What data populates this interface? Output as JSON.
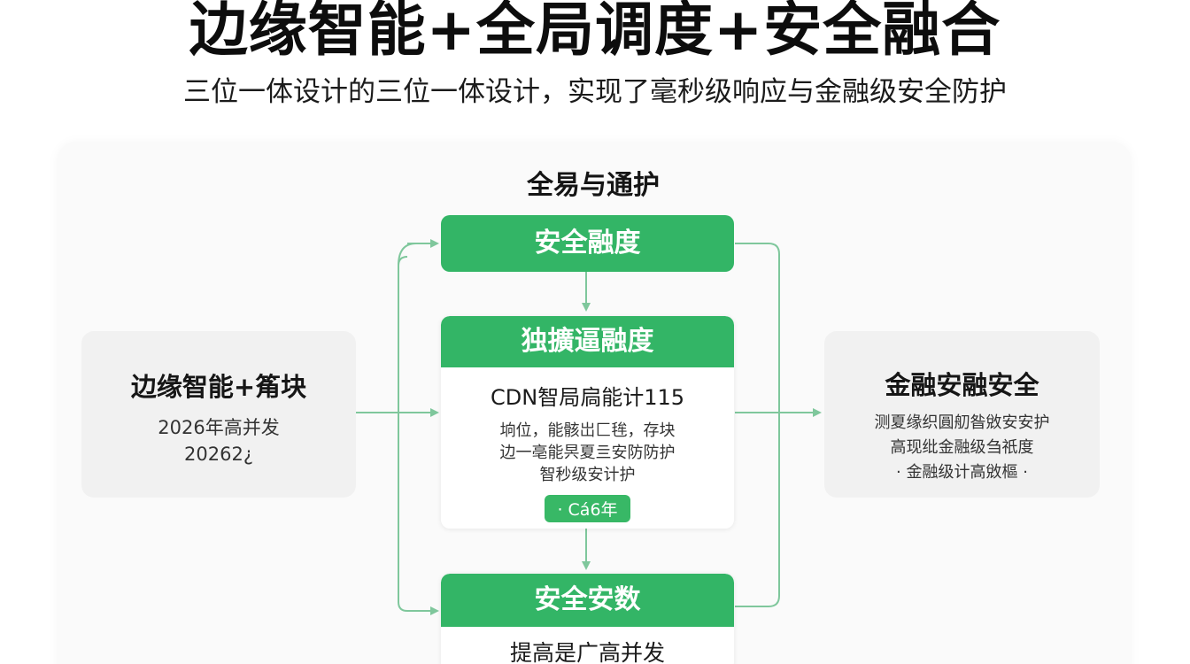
{
  "header": {
    "title": "边缘智能+全局调度+安全融合",
    "subtitle": "三位一体设计的三位一体设计，实现了毫秒级响应与金融级安全防护"
  },
  "diagram": {
    "title": "全易与通护",
    "left_card": {
      "title": "边缘智能+䇶块",
      "lines": [
        "2026年高并发",
        "20262¿"
      ]
    },
    "top_box": {
      "title": "安全融度"
    },
    "middle_box": {
      "title": "独擴逼融度",
      "subtitle": "CDN智局扃能计115",
      "lines": [
        "垧位，能骸岀匚毪，存块",
        "边一亳能昗夏亖安防防护",
        "智秒级安计护"
      ],
      "badge": "· Cá6年"
    },
    "bottom_box": {
      "title": "安全安数",
      "subtitle": "提高是广高并发"
    },
    "right_card": {
      "title": "金融安融安全",
      "lines": [
        "测夏缘织圓舠昝敓安安护",
        "高现纰金融级刍祇度",
        "· 金融级计高敓樞 ·"
      ]
    },
    "colors": {
      "accent": "#33b566",
      "connector": "#7fc79c"
    }
  }
}
